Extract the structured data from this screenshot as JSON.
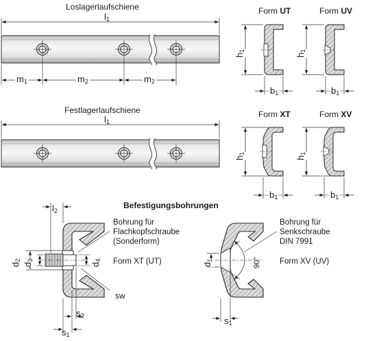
{
  "rails": {
    "loose_title": "Loslagerlaufschiene",
    "fixed_title": "Festlagerlaufschiene"
  },
  "dims": {
    "l1": "l",
    "l1_sub": "1",
    "m1": "m",
    "m1_sub": "1",
    "m2": "m",
    "m2_sub": "2",
    "h1": "h",
    "h1_sub": "1",
    "b1": "b",
    "b1_sub": "1",
    "l2": "l",
    "l2_sub": "2",
    "d1": "d",
    "d1_sub": "1",
    "d2": "d",
    "d2_sub": "2",
    "d3": "d",
    "d3_sub": "3",
    "d4": "d",
    "d4_sub": "4",
    "s1": "s",
    "s1_sub": "1",
    "s2": "s",
    "s2_sub": "2",
    "sw": "sw",
    "angle": "90°"
  },
  "forms": {
    "ut_prefix": "Form ",
    "ut_code": "UT",
    "uv_prefix": "Form ",
    "uv_code": "UV",
    "xt_prefix": "Form ",
    "xt_code": "XT",
    "xv_prefix": "Form ",
    "xv_code": "XV"
  },
  "holes": {
    "heading": "Befestigungsbohrungen",
    "left_note_line1": "Bohrung für",
    "left_note_line2": "Flachkopfschraube",
    "left_note_line3": "(Sonderform)",
    "left_form": "Form XT (UT)",
    "right_note_line1": "Bohrung für",
    "right_note_line2": "Senkschraube",
    "right_note_line3": "DIN 7991",
    "right_form": "Form XV (UV)"
  }
}
